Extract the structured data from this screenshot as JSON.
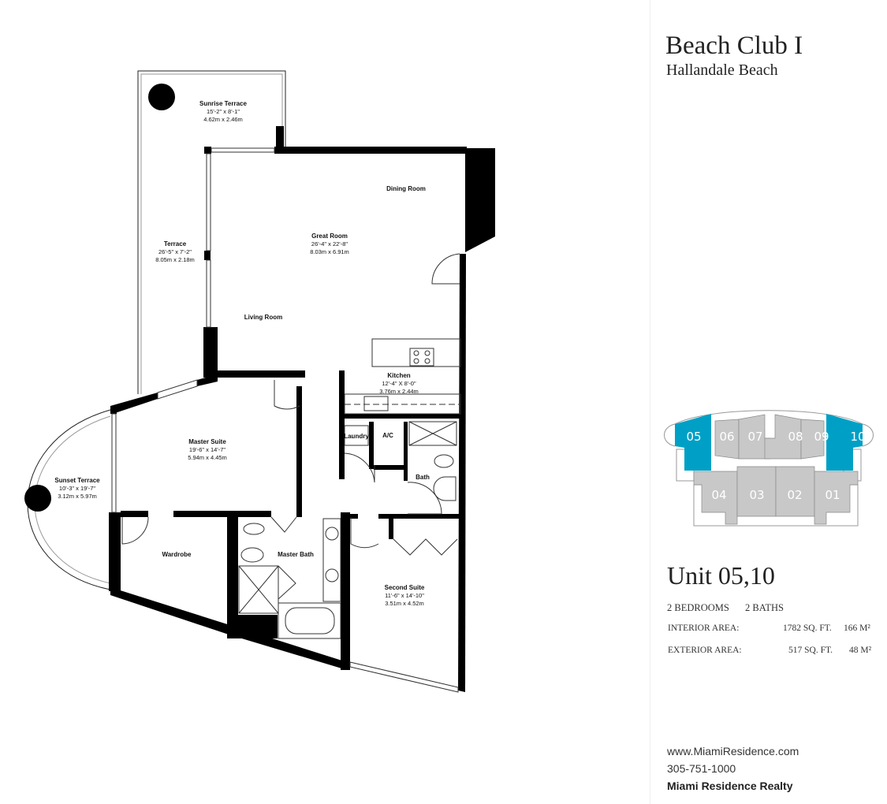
{
  "header": {
    "title": "Beach Club I",
    "subtitle": "Hallandale Beach"
  },
  "rooms": {
    "sunrise_terrace": {
      "label": "Sunrise Terrace",
      "dim_ft": "15'-2\" x 8'-1\"",
      "dim_m": "4.62m x 2.46m"
    },
    "terrace": {
      "label": "Terrace",
      "dim_ft": "26'-5\" x 7'-2\"",
      "dim_m": "8.05m x 2.18m"
    },
    "dining_room": {
      "label": "Dining Room"
    },
    "great_room": {
      "label": "Great Room",
      "dim_ft": "26'-4\" x 22'-8\"",
      "dim_m": "8.03m x 6.91m"
    },
    "living_room": {
      "label": "Living Room"
    },
    "kitchen": {
      "label": "Kitchen",
      "dim_ft": "12'-4\" X 8'-0\"",
      "dim_m": "3.76m x 2.44m"
    },
    "laundry": {
      "label": "Laundry"
    },
    "ac": {
      "label": "A/C"
    },
    "bath": {
      "label": "Bath"
    },
    "master_suite": {
      "label": "Master Suite",
      "dim_ft": "19'-6\" x 14'-7\"",
      "dim_m": "5.94m x 4.45m"
    },
    "sunset_terrace": {
      "label": "Sunset Terrace",
      "dim_ft": "10'-3\" x 19'-7\"",
      "dim_m": "3.12m x 5.97m"
    },
    "wardrobe": {
      "label": "Wardrobe"
    },
    "master_bath": {
      "label": "Master Bath"
    },
    "second_suite": {
      "label": "Second Suite",
      "dim_ft": "11'-6\" x 14'-10\"",
      "dim_m": "3.51m x 4.52m"
    }
  },
  "keyplan": {
    "units": [
      "05",
      "06",
      "07",
      "08",
      "09",
      "10",
      "04",
      "03",
      "02",
      "01"
    ],
    "highlighted": [
      "05",
      "10"
    ],
    "highlight_color": "#00a0c6",
    "unit_color": "#c8c8c8"
  },
  "unit": {
    "title": "Unit 05,10",
    "bedrooms": "2 BEDROOMS",
    "baths": "2 BATHS",
    "interior_label": "INTERIOR AREA:",
    "interior_sqft": "1782 SQ. FT.",
    "interior_m2": "166 M²",
    "exterior_label": "EXTERIOR AREA:",
    "exterior_sqft": "517 SQ. FT.",
    "exterior_m2": "48 M²"
  },
  "footer": {
    "website": "www.MiamiResidence.com",
    "phone": "305-751-1000",
    "company": "Miami Residence Realty"
  }
}
